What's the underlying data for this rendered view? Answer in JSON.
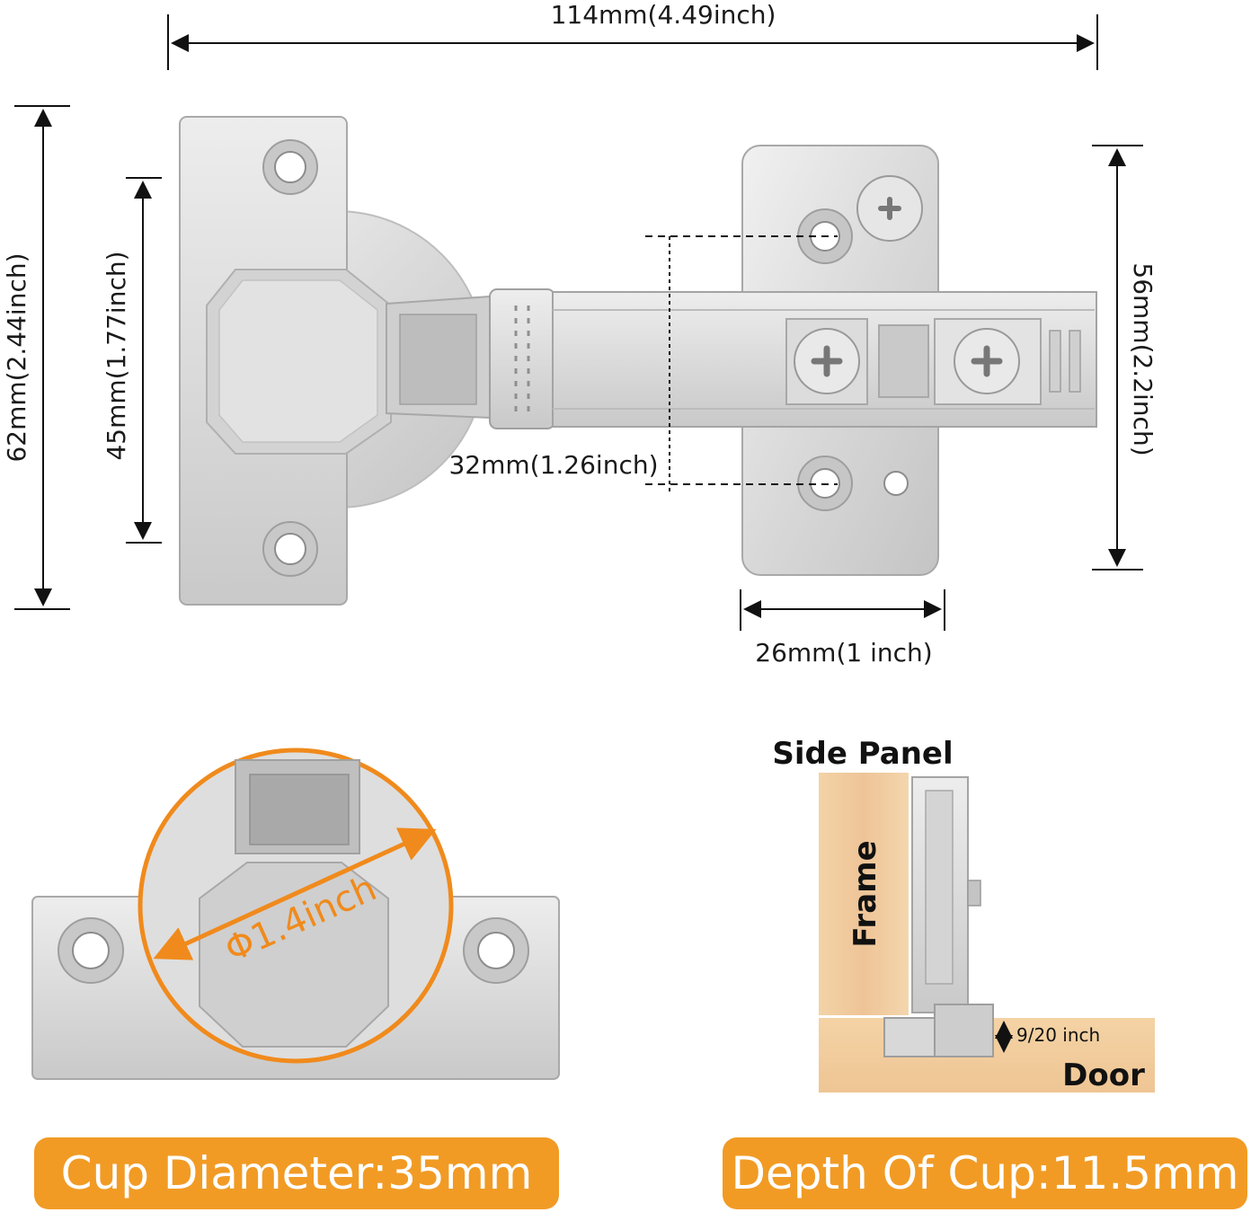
{
  "dimensions": {
    "total_width": "114mm(4.49inch)",
    "total_height": "62mm(2.44inch)",
    "hole_spacing": "45mm(1.77inch)",
    "plate_hole_spacing": "32mm(1.26inch)",
    "plate_height": "56mm(2.2inch)",
    "plate_width": "26mm(1 inch)"
  },
  "cup_view": {
    "diameter_label": "Φ1.4inch",
    "highlight_color": "#f08a1c"
  },
  "install_view": {
    "side_panel_label": "Side Panel",
    "frame_label": "Frame",
    "door_label": "Door",
    "offset_label": "9/20 inch"
  },
  "badges": {
    "cup_diameter": "Cup Diameter:35mm",
    "cup_depth": "Depth Of Cup:11.5mm",
    "color": "#f19b25"
  }
}
